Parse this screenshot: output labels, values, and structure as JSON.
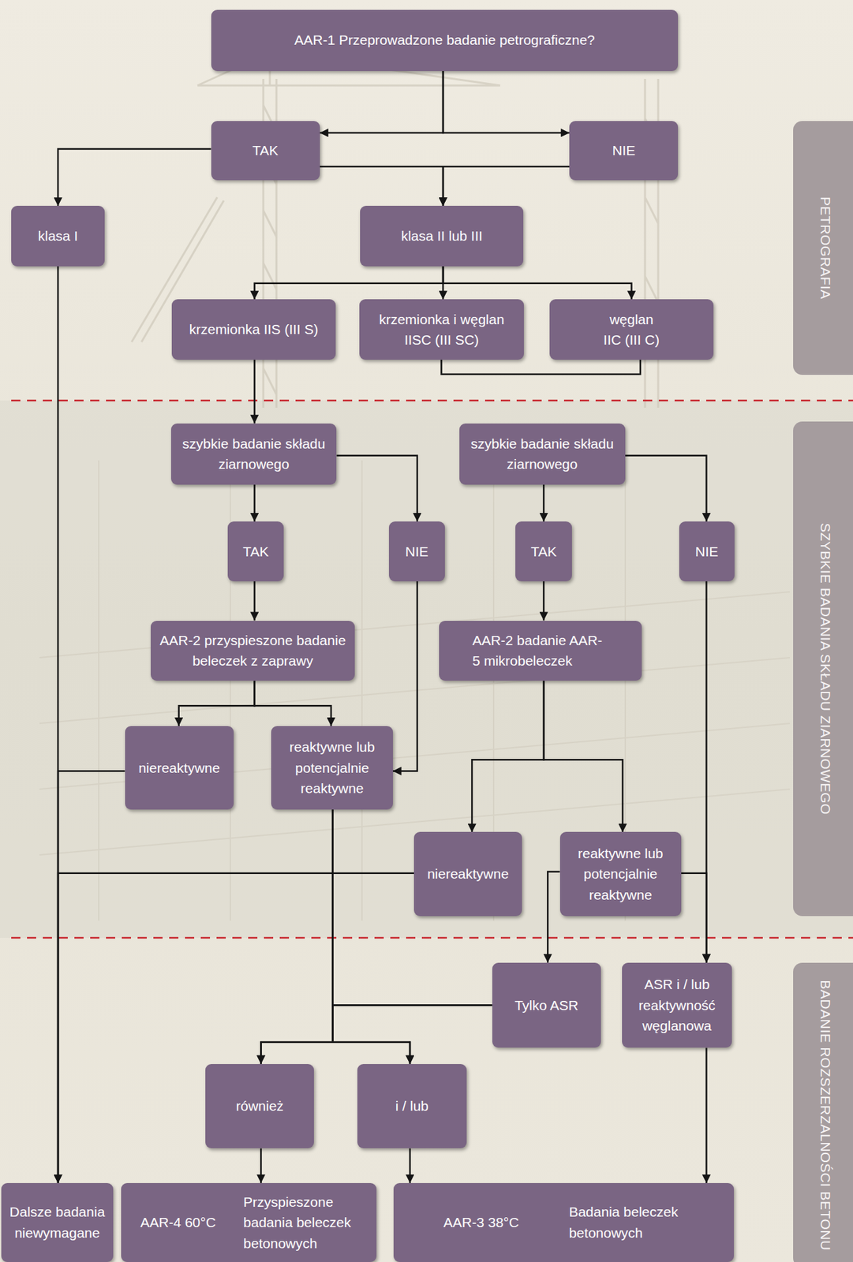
{
  "diagram": {
    "nodes": [
      {
        "text": [
          "AAR-1 Przeprowadzone badanie petrograficzne?"
        ]
      },
      {
        "text": [
          "TAK"
        ]
      },
      {
        "text": [
          "NIE"
        ]
      },
      {
        "text": [
          "klasa I"
        ]
      },
      {
        "text": [
          "klasa II lub III"
        ]
      },
      {
        "text": [
          "krzemionka IIS (III S)"
        ]
      },
      {
        "text": [
          "krzemionka i węglan IISC (III SC)"
        ]
      },
      {
        "text": [
          "węglan IIC (III C)"
        ]
      },
      {
        "text": [
          "szybkie badanie składu ziarnowego"
        ]
      },
      {
        "text": [
          "szybkie badanie składu ziarnowego"
        ]
      },
      {
        "text": [
          "TAK"
        ]
      },
      {
        "text": [
          "NIE"
        ]
      },
      {
        "text": [
          "TAK"
        ]
      },
      {
        "text": [
          "NIE"
        ]
      },
      {
        "text": [
          "AAR-2 przyspieszone badanie beleczek z zaprawy"
        ]
      },
      {
        "text": [
          "AAR-2 badanie AAR-5 mikrobeleczek"
        ]
      },
      {
        "text": [
          "niereaktywne"
        ]
      },
      {
        "text": [
          "reaktywne lub potencjalnie reaktywne"
        ]
      },
      {
        "text": [
          "niereaktywne"
        ]
      },
      {
        "text": [
          "reaktywne lub potencjalnie reaktywne"
        ]
      },
      {
        "text": [
          "Tylko ASR"
        ]
      },
      {
        "text": [
          "ASR i / lub reaktywność węglanowa"
        ]
      },
      {
        "text": [
          "również"
        ]
      },
      {
        "text": [
          "i / lub"
        ]
      },
      {
        "text": [
          "Dalsze badania niewymagane"
        ]
      },
      {
        "text": [
          "AAR-4 60°C",
          "Przyspieszone badania beleczek betonowych"
        ]
      },
      {
        "text": [
          "AAR-3 38°C",
          "Badania beleczek betonowych"
        ]
      },
      {
        "text": [
          "PETROGRAFIA"
        ]
      },
      {
        "text": [
          "SZYBKIE BADANIA SKŁADU ZIARNOWEGO"
        ]
      },
      {
        "text": [
          "BADANIE ROZSZERZALNOŚCI BETONU"
        ]
      }
    ],
    "edges": [
      {
        "from": 0,
        "to": 1,
        "arrow": "to"
      },
      {
        "from": 0,
        "to": 2,
        "arrow": "to"
      },
      {
        "from": 1,
        "to": 3,
        "arrow": "to"
      },
      {
        "from": 1,
        "to": 4,
        "arrow": "to"
      },
      {
        "from": 2,
        "to": 4,
        "arrow": "to"
      },
      {
        "from": 4,
        "to": 5,
        "arrow": "to"
      },
      {
        "from": 4,
        "to": 6,
        "arrow": "to"
      },
      {
        "from": 4,
        "to": 7,
        "arrow": "to"
      },
      {
        "from": 6,
        "to": 7,
        "arrow": "none"
      },
      {
        "from": 5,
        "to": 8,
        "arrow": "to"
      },
      {
        "from": 8,
        "to": 10,
        "arrow": "to"
      },
      {
        "from": 8,
        "to": 11,
        "arrow": "to"
      },
      {
        "from": 9,
        "to": 12,
        "arrow": "to"
      },
      {
        "from": 9,
        "to": 13,
        "arrow": "to"
      },
      {
        "from": 10,
        "to": 14,
        "arrow": "to"
      },
      {
        "from": 12,
        "to": 15,
        "arrow": "to"
      },
      {
        "from": 11,
        "to": 17,
        "arrow": "to"
      },
      {
        "from": 14,
        "to": 16,
        "arrow": "to"
      },
      {
        "from": 14,
        "to": 17,
        "arrow": "to"
      },
      {
        "from": 16,
        "to": 24,
        "arrow": "to"
      },
      {
        "from": 3,
        "to": 24,
        "arrow": "to"
      },
      {
        "from": 15,
        "to": 18,
        "arrow": "to"
      },
      {
        "from": 15,
        "to": 19,
        "arrow": "to"
      },
      {
        "from": 18,
        "to": 24,
        "arrow": "to"
      },
      {
        "from": 19,
        "to": 21,
        "arrow": "to"
      },
      {
        "from": 13,
        "to": 21,
        "arrow": "to"
      },
      {
        "from": 19,
        "to": 20,
        "arrow": "to"
      },
      {
        "from": 17,
        "to": 22,
        "arrow": "to"
      },
      {
        "from": 17,
        "to": 23,
        "arrow": "to"
      },
      {
        "from": 20,
        "to": 22,
        "arrow": "to"
      },
      {
        "from": 20,
        "to": 23,
        "arrow": "to"
      },
      {
        "from": 22,
        "to": 25,
        "arrow": "to"
      },
      {
        "from": 23,
        "to": 26,
        "arrow": "to"
      },
      {
        "from": 21,
        "to": 26,
        "arrow": "to"
      }
    ]
  }
}
